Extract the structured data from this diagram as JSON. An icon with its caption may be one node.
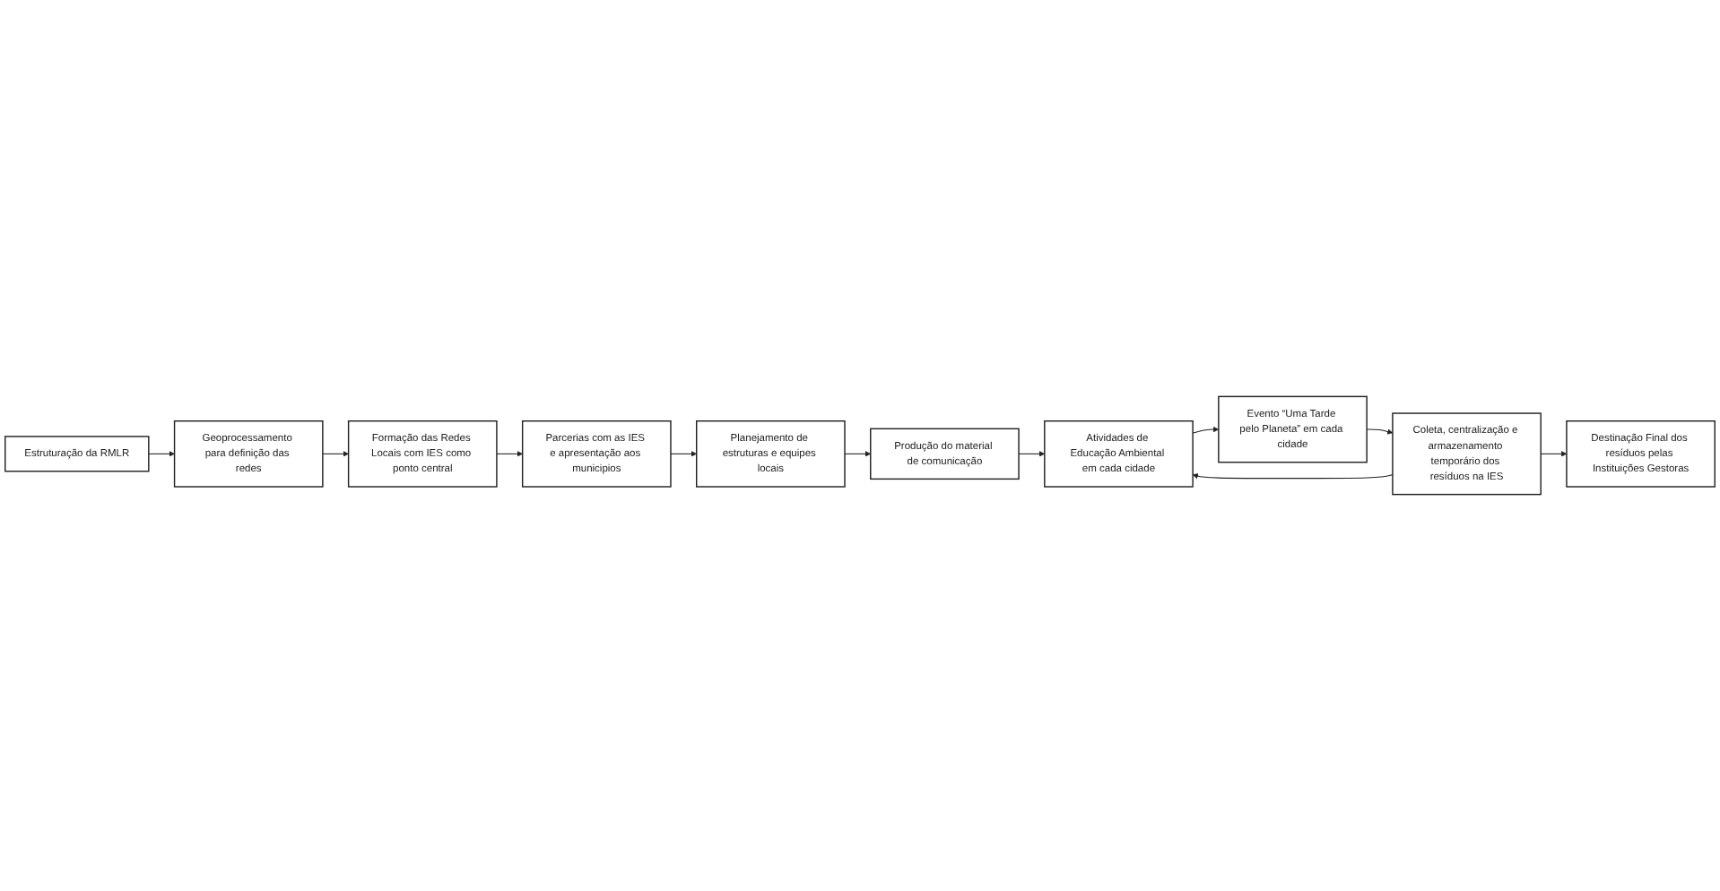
{
  "diagram": {
    "nodes": [
      {
        "text": [
          "Estruturação da RMLR"
        ]
      },
      {
        "text": [
          "Geoprocessamento para definição das redes"
        ]
      },
      {
        "text": [
          "Formação das Redes Locais com IES como ponto central"
        ]
      },
      {
        "text": [
          "Parcerias com as IES e apresentação aos municipios"
        ]
      },
      {
        "text": [
          "Planejamento de estruturas e equipes locais"
        ]
      },
      {
        "text": [
          "Produção do material de comunicação"
        ]
      },
      {
        "text": [
          "Atividades de Educação Ambiental em cada cidade"
        ]
      },
      {
        "text": [
          "Evento “Uma Tarde pelo Planeta” em cada cidade"
        ]
      },
      {
        "text": [
          "Coleta, centralização e armazenamento temporário dos resíduos na IES"
        ]
      },
      {
        "text": [
          "Destinação Final dos resíduos pelas Instituições Gestoras"
        ]
      }
    ],
    "edges": [
      {
        "from": 0,
        "to": 1,
        "arrow": "to"
      },
      {
        "from": 1,
        "to": 2,
        "arrow": "to"
      },
      {
        "from": 2,
        "to": 3,
        "arrow": "to"
      },
      {
        "from": 3,
        "to": 4,
        "arrow": "to"
      },
      {
        "from": 4,
        "to": 5,
        "arrow": "to"
      },
      {
        "from": 5,
        "to": 6,
        "arrow": "to"
      },
      {
        "from": 6,
        "to": 7,
        "arrow": "to"
      },
      {
        "from": 7,
        "to": 8,
        "arrow": "to"
      },
      {
        "from": 8,
        "to": 6,
        "arrow": "to"
      },
      {
        "from": 8,
        "to": 9,
        "arrow": "to"
      }
    ]
  }
}
